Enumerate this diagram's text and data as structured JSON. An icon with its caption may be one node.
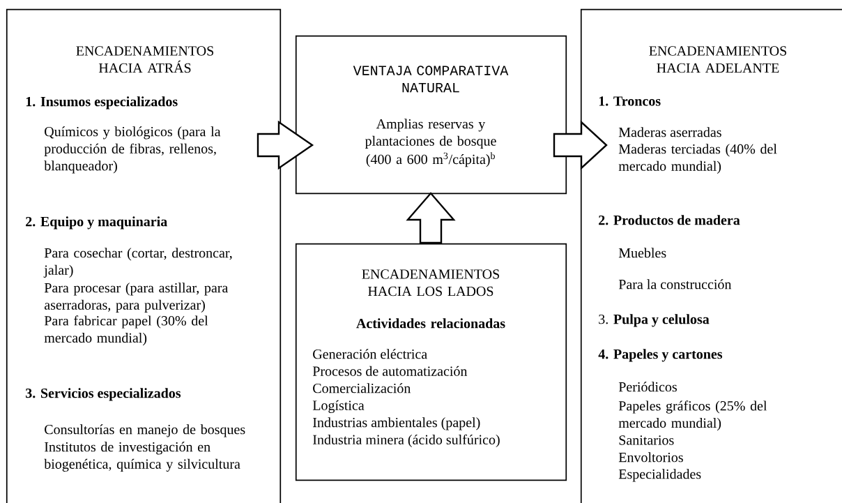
{
  "diagram": {
    "nodes": [
      {
        "text": [
          "ENCADENAMIENTOS HACIA ATRÁS",
          "1. Insumos especializados",
          "Químicos y biológicos (para la producción de fibras, rellenos, blanqueador)",
          "2. Equipo y maquinaria",
          "Para cosechar (cortar, destroncar, jalar)",
          "Para procesar (para astillar, para aserradoras, para pulverizar)",
          "Para fabricar papel (30% del mercado mundial)",
          "3. Servicios especializados",
          "Consultorías en manejo de bosques",
          "Institutos de investigación en biogenética, química y silvicultura"
        ]
      },
      {
        "text": [
          "VENTAJA COMPARATIVA NATURAL",
          "Amplias reservas y plantaciones de bosque",
          "(400 a 600 m$^{3}$/cápita)$^{b}$"
        ]
      },
      {
        "text": [
          "ENCADENAMIENTOS HACIA LOS LADOS",
          "Actividades relacionadas",
          "Generación eléctrica",
          "Procesos de automatización",
          "Comercialización",
          "Logística",
          "Industrias ambientales (papel)",
          "Industria minera (ácido sulfúrico)"
        ]
      },
      {
        "text": [
          "ENCADENAMIENTOS HACIA ADELANTE",
          "1. Troncos",
          "Maderas aserradas",
          "Maderas terciadas (40% del mercado mundial)",
          "2. Productos de madera",
          "Muebles",
          "Para la construcción",
          "3. **Pulpa y celulosa**",
          "4. Papeles y cartones",
          "Periódicos",
          "Papeles gráficos (25% del mercado mundial)",
          "Sanitarios",
          "Envoltorios",
          "Especialidades"
        ]
      }
    ],
    "edges": [
      {
        "from": 0,
        "to": 1,
        "arrow": "to"
      },
      {
        "from": 1,
        "to": 3,
        "arrow": "to"
      },
      {
        "from": 2,
        "to": 1,
        "arrow": "to"
      }
    ]
  }
}
